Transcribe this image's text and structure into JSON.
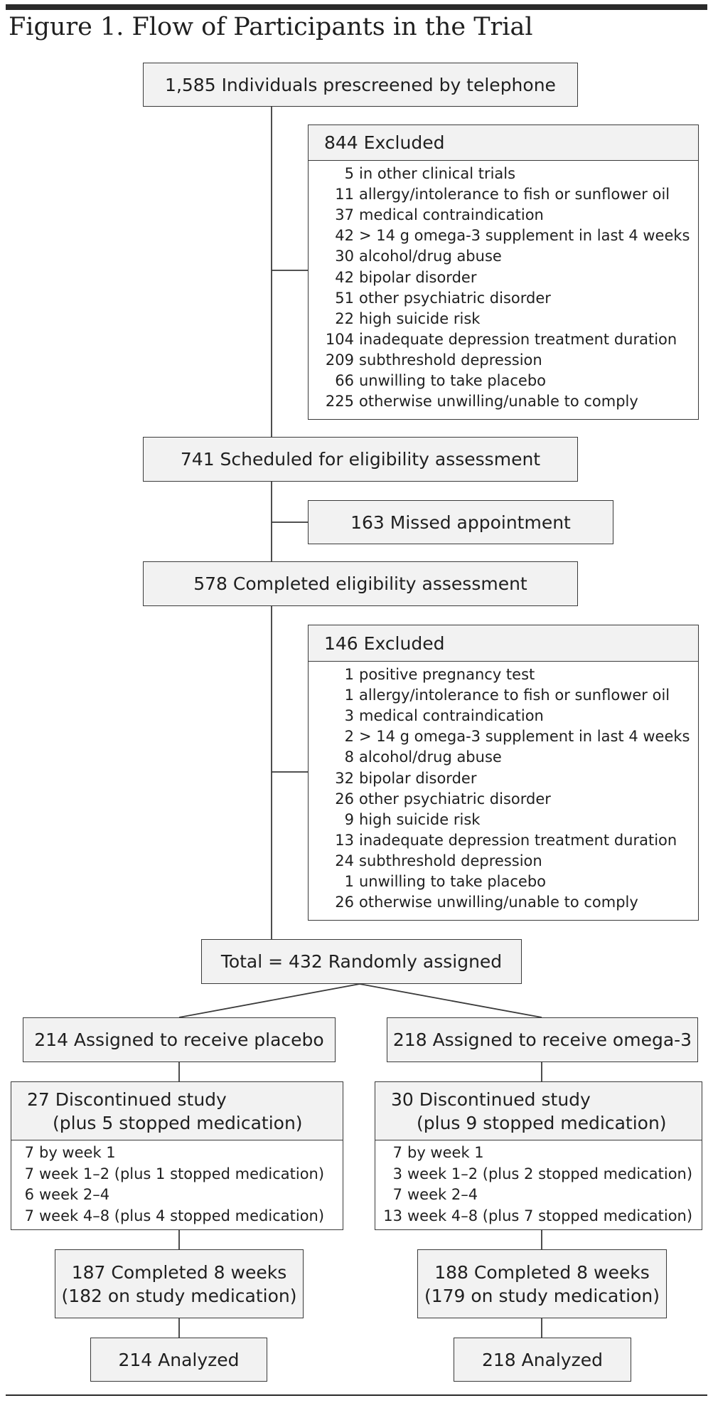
{
  "figure_title": "Figure 1. Flow of Participants in the Trial",
  "prescreened": "1,585 Individuals prescreened by telephone",
  "excluded_1": {
    "title": "844 Excluded",
    "items": [
      {
        "n": "5",
        "text": "in other clinical trials"
      },
      {
        "n": "11",
        "text": "allergy/intolerance to fish or sunflower oil"
      },
      {
        "n": "37",
        "text": "medical contraindication"
      },
      {
        "n": "42",
        "text": "> 14 g omega-3 supplement in last 4 weeks"
      },
      {
        "n": "30",
        "text": "alcohol/drug abuse"
      },
      {
        "n": "42",
        "text": "bipolar disorder"
      },
      {
        "n": "51",
        "text": "other psychiatric disorder"
      },
      {
        "n": "22",
        "text": "high suicide risk"
      },
      {
        "n": "104",
        "text": "inadequate depression treatment duration"
      },
      {
        "n": "209",
        "text": "subthreshold depression"
      },
      {
        "n": "66",
        "text": "unwilling to take placebo"
      },
      {
        "n": "225",
        "text": "otherwise unwilling/unable to comply"
      }
    ]
  },
  "scheduled": "741 Scheduled for eligibility assessment",
  "missed": "163 Missed appointment",
  "completed_assessment": "578 Completed eligibility assessment",
  "excluded_2": {
    "title": "146 Excluded",
    "items": [
      {
        "n": "1",
        "text": "positive pregnancy test"
      },
      {
        "n": "1",
        "text": "allergy/intolerance to fish or sunflower oil"
      },
      {
        "n": "3",
        "text": "medical contraindication"
      },
      {
        "n": "2",
        "text": "> 14 g omega-3 supplement in last 4 weeks"
      },
      {
        "n": "8",
        "text": "alcohol/drug abuse"
      },
      {
        "n": "32",
        "text": "bipolar disorder"
      },
      {
        "n": "26",
        "text": "other psychiatric disorder"
      },
      {
        "n": "9",
        "text": "high suicide risk"
      },
      {
        "n": "13",
        "text": "inadequate depression treatment duration"
      },
      {
        "n": "24",
        "text": "subthreshold depression"
      },
      {
        "n": "1",
        "text": "unwilling to take placebo"
      },
      {
        "n": "26",
        "text": "otherwise unwilling/unable to comply"
      }
    ]
  },
  "randomized": "Total = 432 Randomly assigned",
  "placebo": {
    "assigned": "214 Assigned to receive placebo",
    "discontinued_line1": "27 Discontinued study",
    "discontinued_line2": "(plus 5 stopped medication)",
    "items": [
      {
        "n": "7",
        "text": "by week 1"
      },
      {
        "n": "7",
        "text": "week 1–2 (plus 1 stopped medication)"
      },
      {
        "n": "6",
        "text": "week 2–4"
      },
      {
        "n": "7",
        "text": "week 4–8 (plus 4 stopped medication)"
      }
    ],
    "completed_line1": "187 Completed 8 weeks",
    "completed_line2": "(182 on study medication)",
    "analyzed": "214 Analyzed"
  },
  "omega3": {
    "assigned": "218 Assigned to receive omega-3",
    "discontinued_line1": "30 Discontinued study",
    "discontinued_line2": "(plus 9 stopped medication)",
    "items": [
      {
        "n": "7",
        "text": "by week 1"
      },
      {
        "n": "3",
        "text": "week 1–2 (plus 2 stopped medication)"
      },
      {
        "n": "7",
        "text": "week 2–4"
      },
      {
        "n": "13",
        "text": "week 4–8 (plus 7 stopped medication)"
      }
    ],
    "completed_line1": "188 Completed 8 weeks",
    "completed_line2": "(179 on study medication)",
    "analyzed": "218 Analyzed"
  }
}
